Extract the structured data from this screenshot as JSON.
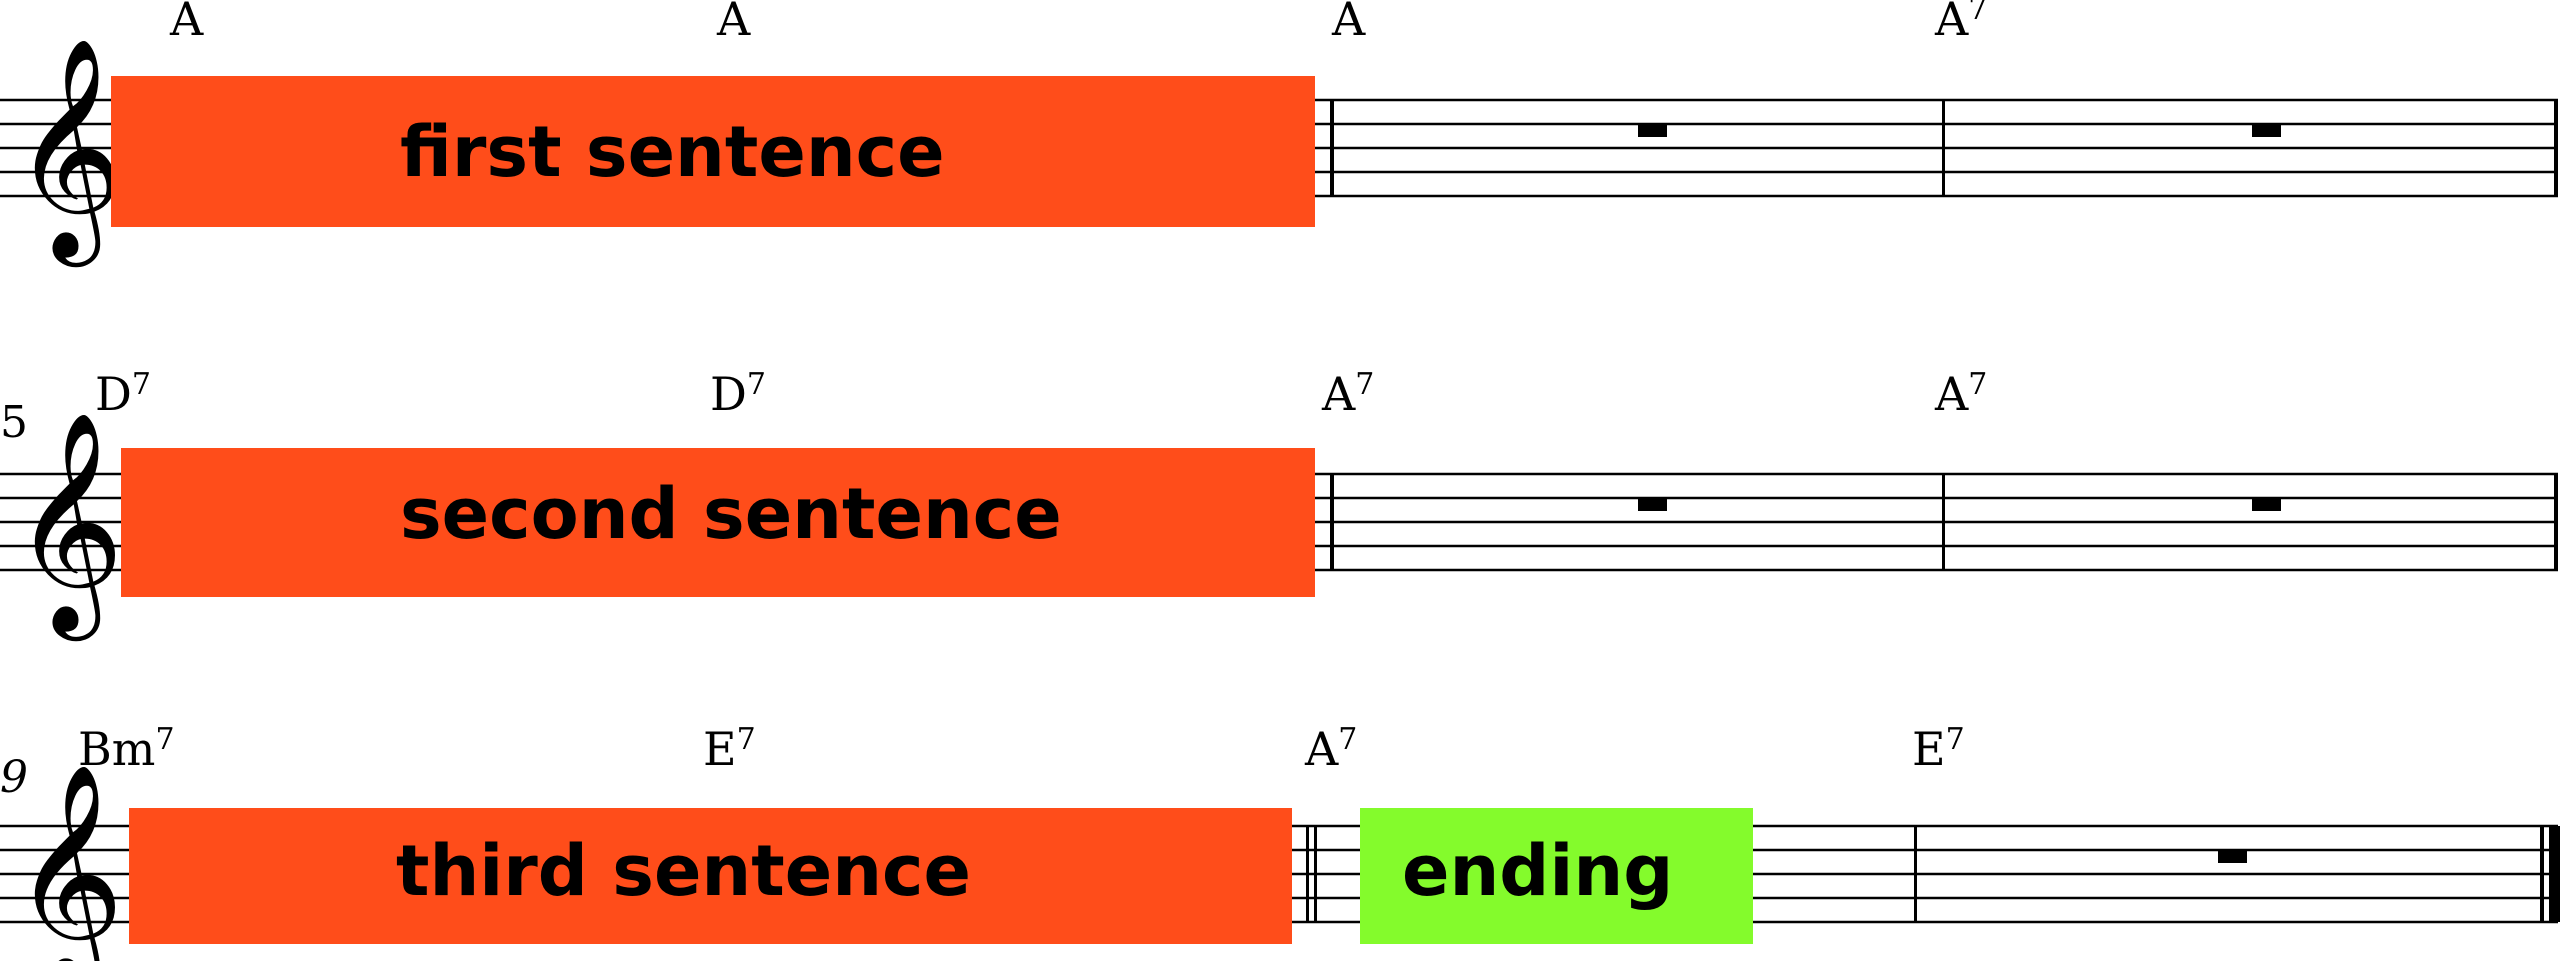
{
  "colors": {
    "sentence_box": "#ff4d1a",
    "ending_box": "#84fb2c",
    "staff": "#000000"
  },
  "systems": [
    {
      "measure_number": "",
      "chords": [
        {
          "root": "A",
          "ext": ""
        },
        {
          "root": "A",
          "ext": ""
        },
        {
          "root": "A",
          "ext": ""
        },
        {
          "root": "A",
          "ext": "7"
        }
      ],
      "boxes": [
        {
          "label": "first sentence",
          "kind": "sentence"
        }
      ],
      "rests": [
        true,
        true
      ]
    },
    {
      "measure_number": "5",
      "chords": [
        {
          "root": "D",
          "ext": "7"
        },
        {
          "root": "D",
          "ext": "7"
        },
        {
          "root": "A",
          "ext": "7"
        },
        {
          "root": "A",
          "ext": "7"
        }
      ],
      "boxes": [
        {
          "label": "second sentence",
          "kind": "sentence"
        }
      ],
      "rests": [
        true,
        true
      ]
    },
    {
      "measure_number": "9",
      "chords": [
        {
          "root": "Bm",
          "ext": "7"
        },
        {
          "root": "E",
          "ext": "7"
        },
        {
          "root": "A",
          "ext": "7"
        },
        {
          "root": "E",
          "ext": "7"
        }
      ],
      "boxes": [
        {
          "label": "third sentence",
          "kind": "sentence"
        },
        {
          "label": "ending",
          "kind": "ending"
        }
      ],
      "rests": [
        true
      ]
    }
  ]
}
